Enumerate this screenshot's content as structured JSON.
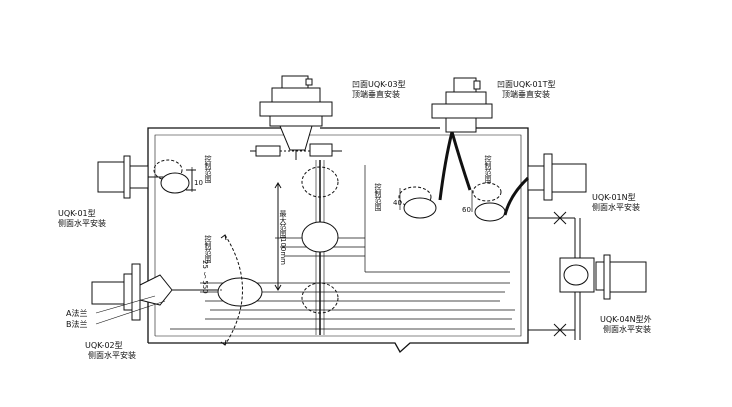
{
  "labels": {
    "uqk03_model": "凹面UQK-03型",
    "uqk03_mount": "顶端垂直安装",
    "uqk01t_model": "凹面UQK-01T型",
    "uqk01t_mount": "顶端垂直安装",
    "uqk01_model": "UQK-01型",
    "uqk01_mount": "侧面水平安装",
    "uqk02_model": "UQK-02型",
    "uqk02_mount": "侧面水平安装",
    "uqk01n_model": "UQK-01N型",
    "uqk01n_mount": "侧面水平安装",
    "uqk04n_model": "UQK-04N型外",
    "uqk04n_mount": "侧面水平安装",
    "flange_a": "A法兰",
    "flange_b": "B法兰",
    "control_range_1": "控制范围",
    "control_range_2": "控制范围",
    "control_range_3": "控制范围",
    "control_range_4": "控制范围",
    "max_range": "最大范围100mm",
    "range_25_550": "25 ～ 550",
    "dim_10": "10",
    "dim_40": "40",
    "dim_60": "60"
  },
  "colors": {
    "line": "#111111",
    "water": "#111111",
    "background": "#ffffff"
  }
}
